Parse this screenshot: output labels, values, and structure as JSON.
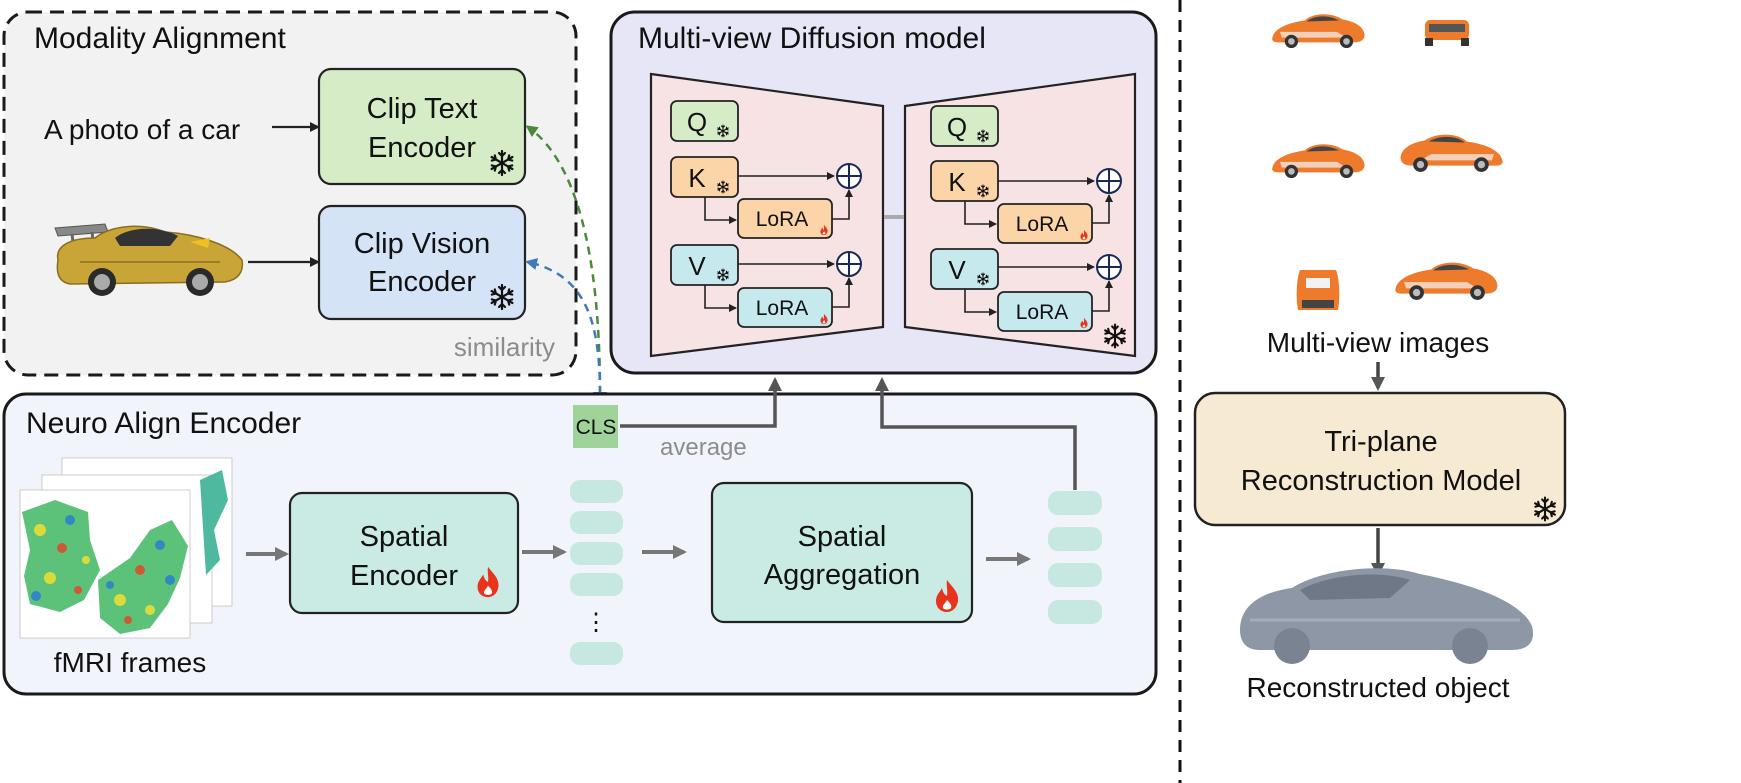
{
  "modality": {
    "title": "Modality Alignment",
    "text_input": "A photo of a car",
    "text_encoder": [
      "Clip Text",
      "Encoder"
    ],
    "vision_encoder": [
      "Clip Vision",
      "Encoder"
    ],
    "similarity": "similarity"
  },
  "diffusion": {
    "title": "Multi-view Diffusion model",
    "q": "Q",
    "k": "K",
    "v": "V",
    "lora": "LoRA"
  },
  "neuro": {
    "title": "Neuro Align Encoder",
    "cls": "CLS",
    "average": "average",
    "spatial_encoder": [
      "Spatial",
      "Encoder"
    ],
    "spatial_aggregation": [
      "Spatial",
      "Aggregation"
    ],
    "fmri": "fMRI frames",
    "ellipsis": "⋮"
  },
  "right": {
    "multiview": "Multi-view images",
    "trm": [
      "Tri-plane",
      "Reconstruction Model"
    ],
    "reconstructed": "Reconstructed object"
  },
  "colors": {
    "green_box": "#d6ecc6",
    "blue_box": "#d5e3f6",
    "teal_box": "#c9ebe3",
    "teal_token": "#c7e8e0",
    "purple_panel": "#e6e6f6",
    "pink_panel": "#f7e3e3",
    "orange_box": "#fbd4a8",
    "cyan_box": "#c6e9ee",
    "beige_box": "#f7ead2",
    "cls_green": "#9fd39a",
    "flame": "#e8341c",
    "text_arrow_green": "#4a8a3a",
    "vision_arrow_blue": "#3f7ab6"
  },
  "icons": [
    "snowflake-icon",
    "fire-icon",
    "plus-circle-icon",
    "car-image",
    "fmri-image"
  ]
}
